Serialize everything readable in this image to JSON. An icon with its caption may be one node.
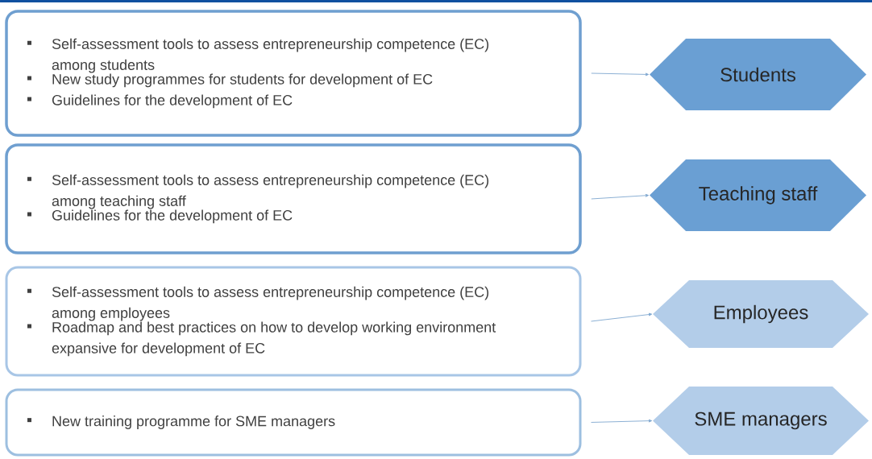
{
  "diagram": {
    "nodes": [
      {
        "text": [
          "Self-assessment tools to assess entrepreneurship competence (EC) among students",
          "New study programmes for students for development of EC",
          "Guidelines for the development of EC"
        ]
      },
      {
        "text": [
          "Students"
        ]
      },
      {
        "text": [
          "Self-assessment tools to assess entrepreneurship competence (EC) among teaching staff",
          "Guidelines for the development of EC"
        ]
      },
      {
        "text": [
          "Teaching staff"
        ]
      },
      {
        "text": [
          "Self-assessment tools to assess entrepreneurship competence (EC) among employees",
          "Roadmap and best practices on how to develop working environment expansive for development of EC"
        ]
      },
      {
        "text": [
          "Employees"
        ]
      },
      {
        "text": [
          "New training programme for SME managers"
        ]
      },
      {
        "text": [
          "SME managers"
        ]
      }
    ],
    "edges": [
      {
        "from": 0,
        "to": 1,
        "arrow": "to"
      },
      {
        "from": 2,
        "to": 3,
        "arrow": "to"
      },
      {
        "from": 4,
        "to": 5,
        "arrow": "to"
      },
      {
        "from": 6,
        "to": 7,
        "arrow": "to"
      }
    ]
  }
}
